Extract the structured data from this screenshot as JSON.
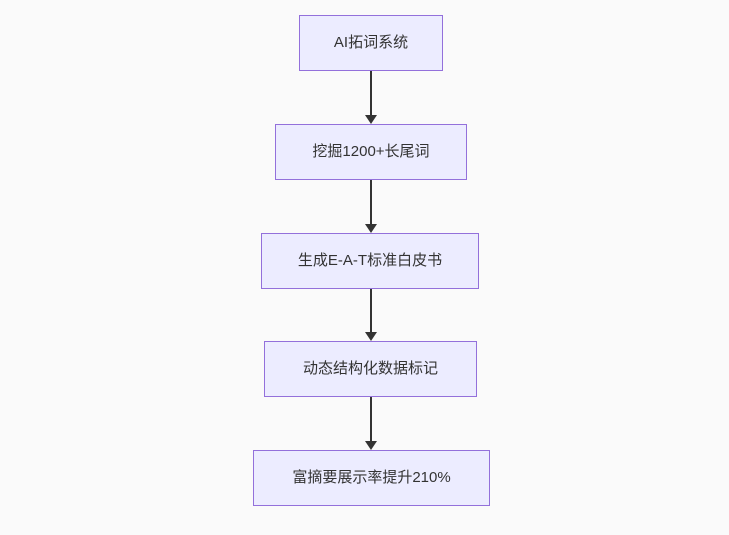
{
  "colors": {
    "canvas-bg": "#fafafa",
    "node-fill": "#ECECFF",
    "node-border": "#9370DB",
    "label-color": "#333333",
    "arrow-color": "#333333"
  },
  "flowchart": {
    "type": "flowchart",
    "direction": "top-down",
    "nodes": [
      {
        "id": "A",
        "label": "AI拓词系统"
      },
      {
        "id": "B",
        "label": "挖掘1200+长尾词"
      },
      {
        "id": "C",
        "label": "生成E-A-T标准白皮书"
      },
      {
        "id": "D",
        "label": "动态结构化数据标记"
      },
      {
        "id": "E",
        "label": "富摘要展示率提升210%"
      }
    ],
    "edges": [
      {
        "from": "A",
        "to": "B",
        "style": "arrow-down"
      },
      {
        "from": "B",
        "to": "C",
        "style": "arrow-down"
      },
      {
        "from": "C",
        "to": "D",
        "style": "arrow-down"
      },
      {
        "from": "D",
        "to": "E",
        "style": "arrow-down"
      }
    ]
  }
}
